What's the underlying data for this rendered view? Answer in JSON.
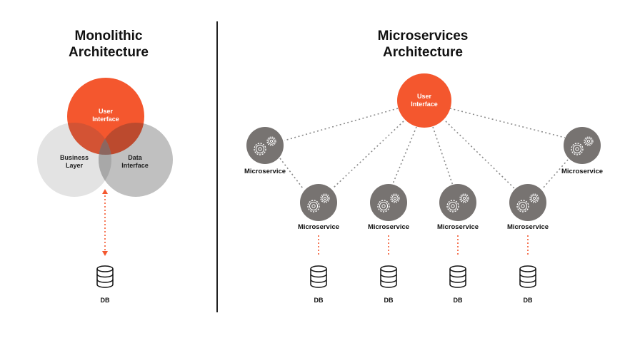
{
  "monolith": {
    "title_line1": "Monolithic",
    "title_line2": "Architecture",
    "ui_line1": "User",
    "ui_line2": "Interface",
    "business_line1": "Business",
    "business_line2": "Layer",
    "data_line1": "Data",
    "data_line2": "Interface",
    "db_label": "DB"
  },
  "micro": {
    "title_line1": "Microservices",
    "title_line2": "Architecture",
    "ui_line1": "User",
    "ui_line2": "Interface",
    "services": [
      {
        "label": "Microservice"
      },
      {
        "label": "Microservice"
      },
      {
        "label": "Microservice"
      },
      {
        "label": "Microservice"
      },
      {
        "label": "Microservice"
      },
      {
        "label": "Microservice"
      }
    ],
    "dbs": [
      {
        "label": "DB"
      },
      {
        "label": "DB"
      },
      {
        "label": "DB"
      },
      {
        "label": "DB"
      }
    ]
  },
  "colors": {
    "accent": "#F4572E",
    "service_gray": "#777371",
    "light_gray": "#E3E3E3",
    "mid_gray": "#BDBDBD",
    "connector": "#8A8A8A",
    "divider": "#222222"
  }
}
